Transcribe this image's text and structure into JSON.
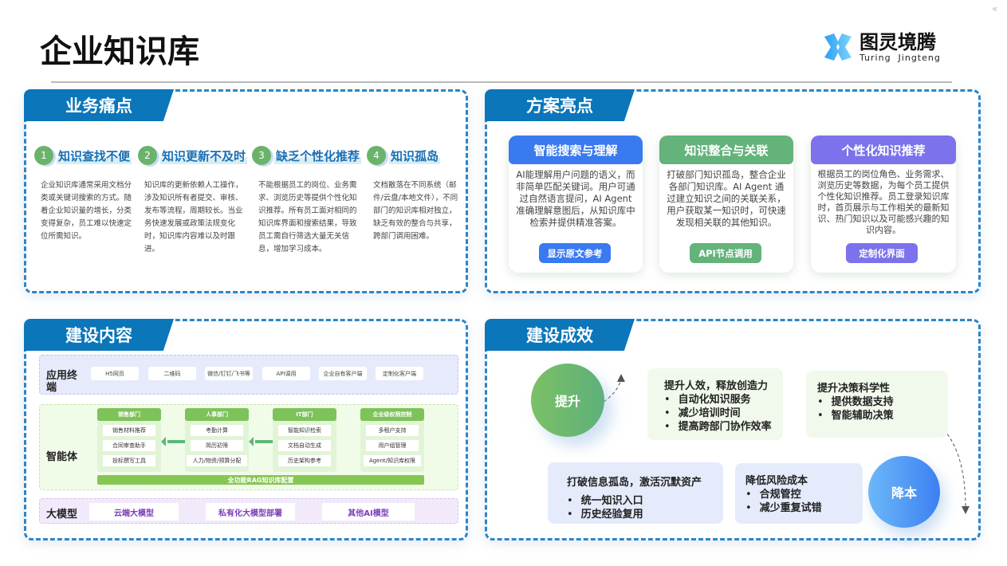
{
  "header": {
    "title": "企业知识库",
    "logo_cn": "图灵境腾",
    "logo_en": "Turing  Jingteng",
    "collapse": "«"
  },
  "pain": {
    "title": "业务痛点",
    "items": [
      {
        "num": "1",
        "title": "知识查找不便",
        "text": "企业知识库通常采用文档分类或关键词搜索的方式。随着企业知识量的增长，分类变得复杂，员工难以快速定位所需知识。"
      },
      {
        "num": "2",
        "title": "知识更新不及时",
        "text": "知识库的更新依赖人工操作，涉及知识所有者提交、审核、发布等流程，周期较长。当业务快速发展或政策法规变化时，知识库内容难以及时跟进。"
      },
      {
        "num": "3",
        "title": "缺乏个性化推荐",
        "text": "不能根据员工的岗位、业务需求、浏览历史等提供个性化知识推荐。所有员工面对相同的知识库界面和搜索结果，导致员工需自行筛选大量无关信息，增加学习成本。"
      },
      {
        "num": "4",
        "title": "知识孤岛",
        "text": "文档散落在不同系统（邮件/云盘/本地文件），不同部门的知识库相对独立，缺乏有效的整合与共享，跨部门调用困难。"
      }
    ]
  },
  "solution": {
    "title": "方案亮点",
    "cards": [
      {
        "title": "智能搜索与理解",
        "text": "AI能理解用户问题的语义，而非简单匹配关键词。用户可通过自然语言提问，AI Agent 准确理解意图后，从知识库中检索并提供精准答案。",
        "button": "显示原文参考",
        "color": "#3a7af0"
      },
      {
        "title": "知识整合与关联",
        "text": "打破部门知识孤岛，整合企业各部门知识库。AI Agent 通过建立知识之间的关联关系，用户获取某一知识时，可快速发现相关联的其他知识。",
        "button": "API节点调用",
        "color": "#63b37a"
      },
      {
        "title": "个性化知识推荐",
        "text": "根据员工的岗位角色、业务需求、浏览历史等数据，为每个员工提供个性化知识推荐。员工登录知识库时，首页展示与工作相关的最新知识、热门知识以及可能感兴趣的知识内容。",
        "button": "定制化界面",
        "color": "#7b72ec"
      }
    ]
  },
  "build": {
    "title": "建设内容",
    "terminal": {
      "label": "应用终端",
      "chips": [
        "H5网页",
        "二维码",
        "微信/钉钉/飞书等",
        "API调用",
        "企业自有客户端",
        "定制化客户端"
      ]
    },
    "agent": {
      "label": "智能体",
      "depts": [
        {
          "name": "销售部门",
          "items": [
            "销售材料推荐",
            "合同审查助手",
            "投标撰写工具"
          ]
        },
        {
          "name": "人事部门",
          "items": [
            "考勤计算",
            "简历初筛",
            "人力/物资/预算分配"
          ]
        },
        {
          "name": "IT部门",
          "items": [
            "智能知识检索",
            "文档自动生成",
            "历史架构参考"
          ]
        },
        {
          "name": "企业级权限控制",
          "items": [
            "多租户支持",
            "用户组管理",
            "Agent/知识库权限"
          ]
        }
      ],
      "rag": "全功能RAG知识库配置"
    },
    "model": {
      "label": "大模型",
      "items": [
        "云端大模型",
        "私有化大模型部署",
        "其他AI模型"
      ]
    }
  },
  "effect": {
    "title": "建设成效",
    "up": "提升",
    "down": "降本",
    "boxes": [
      {
        "title": "提升人效，释放创造力",
        "items": [
          "自动化知识服务",
          "减少培训时间",
          "提高跨部门协作效率"
        ]
      },
      {
        "title": "提升决策科学性",
        "items": [
          "提供数据支持",
          "智能辅助决策"
        ]
      },
      {
        "title": "打破信息孤岛，激活沉默资产",
        "items": [
          "统一知识入口",
          "历史经验复用"
        ]
      },
      {
        "title": "降低风险成本",
        "items": [
          "合规管控",
          "减少重复试错"
        ]
      }
    ]
  }
}
